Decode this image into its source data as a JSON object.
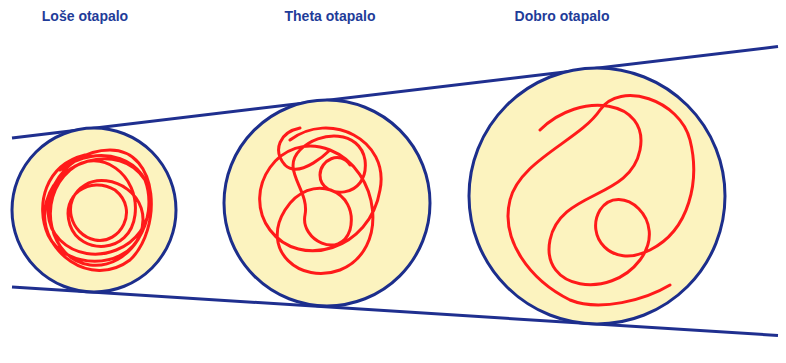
{
  "diagram": {
    "nodes": [
      {
        "text": [
          "Loše otapalo"
        ]
      },
      {
        "text": [
          "Theta otapalo"
        ]
      },
      {
        "text": [
          "Dobro otapalo"
        ]
      }
    ]
  }
}
